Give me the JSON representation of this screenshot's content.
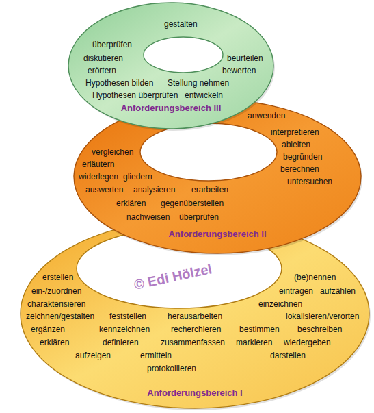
{
  "diagram": {
    "nodes": [
      {
        "text": [
          "gestalten",
          "überprüfen",
          "diskutieren",
          "beurteilen",
          "erörtern",
          "bewerten",
          "Hypothesen bilden",
          "Stellung nehmen",
          "Hypothesen überprüfen",
          "entwickeln",
          "Anforderungsbereich III"
        ]
      },
      {
        "text": [
          "anwenden",
          "interpretieren",
          "ableiten",
          "vergleichen",
          "begründen",
          "erläutern",
          "berechnen",
          "widerlegen",
          "gliedern",
          "untersuchen",
          "auswerten",
          "analysieren",
          "erarbeiten",
          "erklären",
          "gegenüberstellen",
          "nachweisen",
          "überprüfen",
          "Anforderungsbereich II"
        ]
      },
      {
        "text": [
          "erstellen",
          "(be)nennen",
          "ein-/zuordnen",
          "eintragen",
          "aufzählen",
          "charakterisieren",
          "einzeichnen",
          "zeichnen/gestalten",
          "feststellen",
          "herausarbeiten",
          "lokalisieren/verorten",
          "ergänzen",
          "kennzeichnen",
          "recherchieren",
          "bestimmen",
          "beschreiben",
          "erklären",
          "definieren",
          "zusammenfassen",
          "markieren",
          "wiedergeben",
          "aufzeigen",
          "ermitteln",
          "darstellen",
          "protokollieren",
          "Anforderungsbereich I"
        ]
      }
    ],
    "labels": [
      "© Edi Hölzel"
    ]
  }
}
